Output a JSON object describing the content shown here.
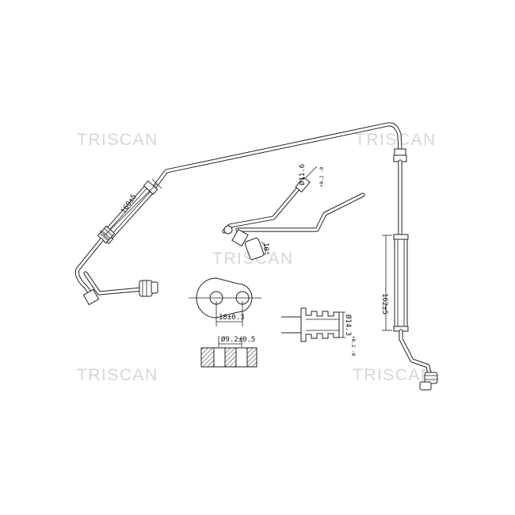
{
  "watermarks": [
    "TRISCAN",
    "TRISCAN",
    "TRISCAN",
    "TRISCAN",
    "TRISCAN"
  ],
  "dimensions": {
    "upper_hose_length": "160±5",
    "right_hose_length": "162±5",
    "pipe_diameter": "Ø11.6",
    "pipe_diameter_tolerance": "+0.2 -0",
    "angle": "10°",
    "flange_hole_spacing": "18±0.3",
    "flange_hole_diameter": "Ø9.2±0.5",
    "hose_end_diameter": "Ø14.3",
    "hose_end_tolerance": "+0.2 -0"
  }
}
